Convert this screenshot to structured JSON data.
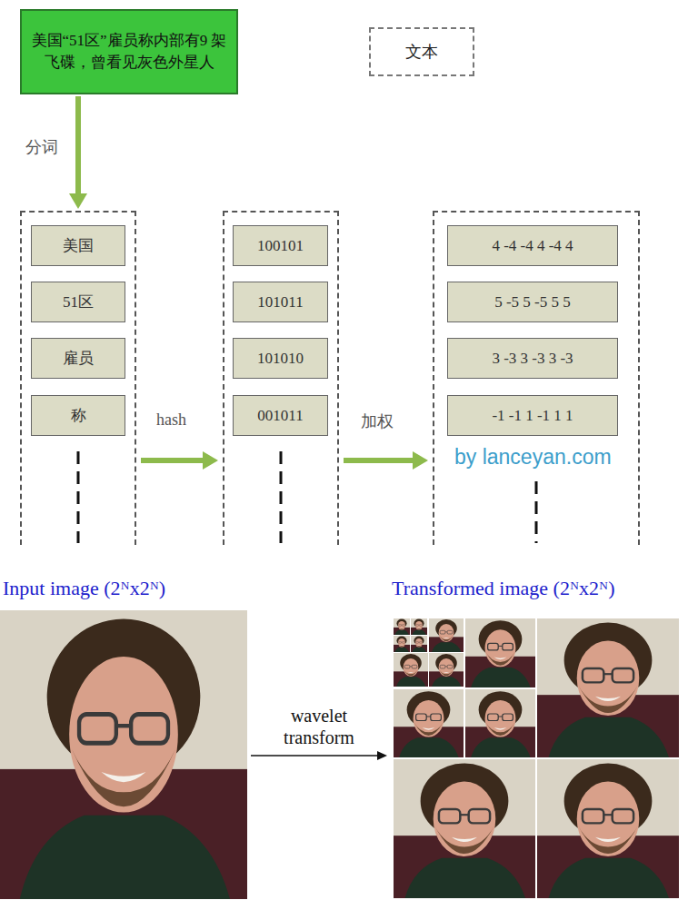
{
  "diagram": {
    "nodes": [
      {
        "text": [
          "美国“51区”雇员称内部有9 架飞碟，曾看见灰色外星人"
        ]
      },
      {
        "text": [
          "文本"
        ]
      },
      {
        "text": []
      },
      {
        "text": [
          "美国"
        ],
        "in": 2
      },
      {
        "text": [
          "51区"
        ],
        "in": 2
      },
      {
        "text": [
          "雇员"
        ],
        "in": 2
      },
      {
        "text": [
          "称"
        ],
        "in": 2
      },
      {
        "text": []
      },
      {
        "text": [
          "100101"
        ],
        "in": 7
      },
      {
        "text": [
          "101011"
        ],
        "in": 7
      },
      {
        "text": [
          "101010"
        ],
        "in": 7
      },
      {
        "text": [
          "001011"
        ],
        "in": 7
      },
      {
        "text": []
      },
      {
        "text": [
          "4 -4 -4 4 -4 4"
        ],
        "in": 12
      },
      {
        "text": [
          "5 -5 5 -5 5 5"
        ],
        "in": 12
      },
      {
        "text": [
          "3 -3 3 -3 3 -3"
        ],
        "in": 12
      },
      {
        "text": [
          "-1 -1 1 -1 1 1"
        ],
        "in": 12
      },
      {
        "text": [
          "Input image (2ᴺx2ᴺ)"
        ]
      },
      {
        "text": [
          "Transformed image (2ᴺx2ᴺ)"
        ]
      }
    ],
    "edges": [
      {
        "from": 0,
        "to": 2,
        "arrow": "to",
        "label": "分词"
      },
      {
        "from": 2,
        "to": 7,
        "arrow": "to",
        "label": "hash"
      },
      {
        "from": 7,
        "to": 12,
        "arrow": "to",
        "label": "加权"
      },
      {
        "from": 17,
        "to": 18,
        "arrow": "to",
        "label": "wavelet transform"
      }
    ],
    "labels": [
      "by lanceyan.com"
    ]
  }
}
